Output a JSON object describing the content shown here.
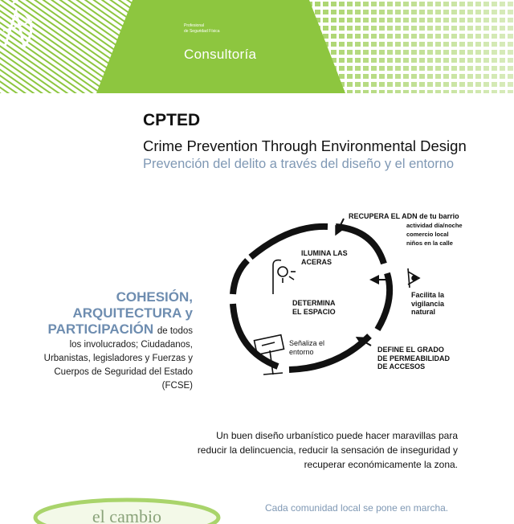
{
  "banner": {
    "logo_tag_line1": "Profesional",
    "logo_tag_line2": "de Seguridad Física",
    "logo_word": "Consultoría",
    "accent_green": "#8dc63f"
  },
  "heading": {
    "title": "CPTED",
    "subtitle_en": "Crime  Prevention Through Environmental Design",
    "subtitle_es": "Prevención del delito a través del diseño y el entorno"
  },
  "left_text": {
    "caps_line1": "COHESIÓN,",
    "caps_line2": "ARQUITECTURA y",
    "caps_line3": "PARTICIPACIÓN",
    "tail1": "de todos",
    "line4": "los involucrados; Ciudadanos,",
    "line5": "Urbanistas, legisladores y Fuerzas y",
    "line6": "Cuerpos de Seguridad del Estado",
    "line7": "(FCSE)"
  },
  "diagram": {
    "recupera_title": "RECUPERA EL ADN de tu barrio",
    "recupera_1": "actividad día/noche",
    "recupera_2": "comercio local",
    "recupera_3": "niños en la calle",
    "ilumina_1": "ILUMINA LAS",
    "ilumina_2": "ACERAS",
    "determina_1": "DETERMINA",
    "determina_2": "EL ESPACIO",
    "facilita_1": "Facilita la",
    "facilita_2": "vigilancia",
    "facilita_3": "natural",
    "senaliza_1": "Señaliza el",
    "senaliza_2": "entorno",
    "define_1": "DEFINE EL GRADO",
    "define_2": "DE PERMEABILIDAD",
    "define_3": "DE ACCESOS"
  },
  "bottom": {
    "line1": "Un buen diseño urbanístico puede hacer maravillas para",
    "line2": "reducir la delincuencia, reducir la sensación de inseguridad y",
    "line3": "recuperar económicamente la zona.",
    "footer_logo": "el cambio",
    "footer_text": "Cada comunidad local se pone en marcha."
  }
}
